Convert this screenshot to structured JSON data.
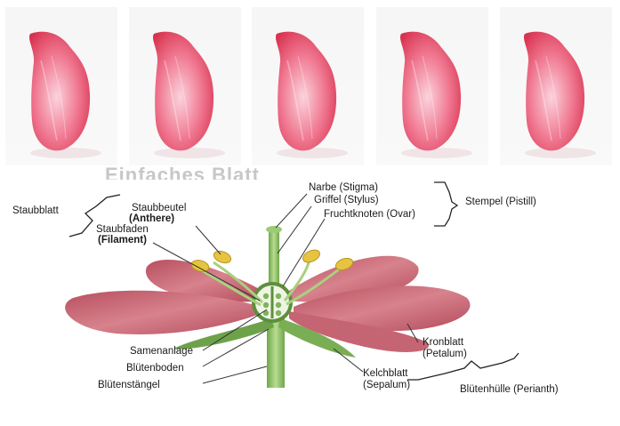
{
  "faded_heading": "Einfaches Blatt",
  "petal_tiles": [
    {
      "icon": "petal-image"
    },
    {
      "icon": "petal-image"
    },
    {
      "icon": "petal-image"
    },
    {
      "icon": "petal-image"
    },
    {
      "icon": "petal-image"
    }
  ],
  "colors": {
    "petal_light": "#fbd3dc",
    "petal_mid": "#f07891",
    "petal_dark": "#d8334f",
    "flower_petal": "#c65c6a",
    "stem_green": "#8fc16a",
    "anther_yellow": "#e6c440"
  },
  "labels": {
    "staubblatt": "Staubblatt",
    "staubbeutel": "Staubbeutel",
    "anthere": "(Anthere)",
    "staubfaden": "Staubfaden",
    "filament": "(Filament)",
    "narbe": "Narbe (Stigma)",
    "griffel": "Griffel (Stylus)",
    "fruchtknoten": "Fruchtknoten (Ovar)",
    "stempel": "Stempel (Pistill)",
    "samenanlage": "Samenanlage",
    "bluetenboden": "Blütenboden",
    "bluetenstaengel": "Blütenstängel",
    "kronblatt": "Kronblatt",
    "petalum": "(Petalum)",
    "kelchblatt": "Kelchblatt",
    "sepalum": "(Sepalum)",
    "bluetenhuelle": "Blütenhülle (Perianth)"
  }
}
